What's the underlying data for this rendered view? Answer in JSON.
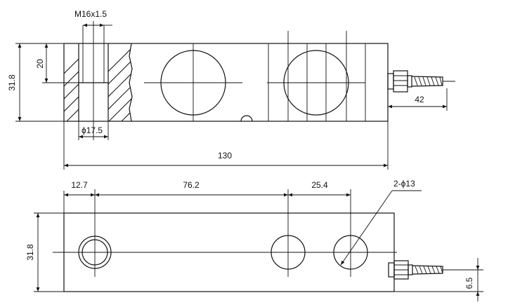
{
  "colors": {
    "line": "#111111",
    "background": "#ffffff"
  },
  "side_view": {
    "thread_label": "M16x1.5",
    "height_label": "31.8",
    "thread_depth_label": "20",
    "bore_label": "ϕ17.5",
    "length_label": "130",
    "cable_label": "42"
  },
  "top_view": {
    "offset_label": "12.7",
    "span_label": "76.2",
    "pitch_label": "25.4",
    "holes_label": "2-ϕ13",
    "width_label": "31.8",
    "cable_offset_label": "6.5"
  }
}
